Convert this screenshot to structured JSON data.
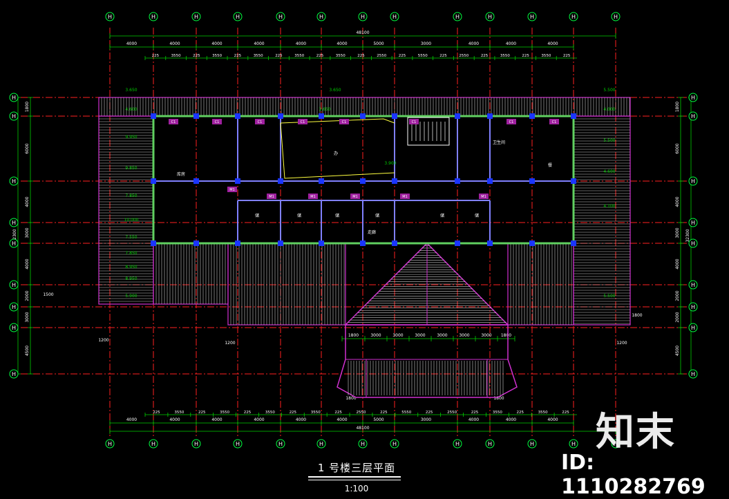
{
  "title": "1 号楼三层平面",
  "scale": "1:100",
  "watermark": {
    "logo": "知末",
    "id": "ID: 1110282769"
  },
  "colors": {
    "axis": "#ff2020",
    "dim": "#00d000",
    "bubble": "#00ff40",
    "wall": "#8080ff",
    "roof": "#d030d0",
    "text": "#ffff40",
    "white": "#ffffff",
    "column": "#1a35ff"
  },
  "axis_bubbles": {
    "label": "H"
  },
  "dimensions": {
    "overall": "48100",
    "top_row1": [
      "4000",
      "4000",
      "4000",
      "4000",
      "4000",
      "4000",
      "5000",
      "3000",
      "4000",
      "4000",
      "4000"
    ],
    "top_row2": [
      "225",
      "3550",
      "225",
      "3550",
      "225",
      "3550",
      "225",
      "3550",
      "225",
      "3550",
      "225",
      "2550",
      "225",
      "5550",
      "225",
      "2550",
      "225",
      "3550",
      "225",
      "3550",
      "225"
    ],
    "bottom_row1": [
      "225",
      "3550",
      "225",
      "3550",
      "225",
      "3550",
      "225",
      "3550",
      "225",
      "2550",
      "225",
      "5550",
      "225",
      "2550",
      "225",
      "3550",
      "225",
      "3550",
      "225"
    ],
    "bottom_row2": [
      "4000",
      "4000",
      "4000",
      "4000",
      "4000",
      "4000",
      "5000",
      "3000",
      "4000",
      "4000",
      "4000"
    ],
    "left": [
      "1800",
      "6000",
      "4000",
      "3000",
      "4000",
      "2000",
      "3000",
      "4500"
    ],
    "left_total": "32300",
    "right": [
      "1800",
      "6000",
      "4000",
      "3000",
      "4000",
      "2000",
      "2000",
      "4500"
    ],
    "right_total": "32300",
    "roof_dims": [
      "1800",
      "3000",
      "3000",
      "3000",
      "3000",
      "3000",
      "3000",
      "1800"
    ],
    "misc": [
      "1200",
      "1200",
      "1200",
      "1800",
      "1800",
      "1500",
      "1800"
    ]
  },
  "elevations": [
    "3.650",
    "3.650",
    "5.500",
    "4.600",
    "3.900",
    "9.950",
    "9.850",
    "7.850",
    "10.000",
    "7.550",
    "7.850",
    "8.950",
    "8.950",
    "5.900",
    "3.650",
    "4.000",
    "5.500",
    "4.600",
    "4.100",
    "5.500"
  ],
  "room_labels": [
    "库房",
    "办",
    "餐",
    "卫生间",
    "走廊",
    "储",
    "储",
    "储",
    "储",
    "储",
    "储"
  ],
  "window_tags": [
    "C1",
    "C1",
    "C1",
    "C1",
    "C1",
    "C1",
    "C1",
    "C1",
    "M1",
    "M1",
    "M1",
    "M1",
    "M1",
    "M1"
  ]
}
